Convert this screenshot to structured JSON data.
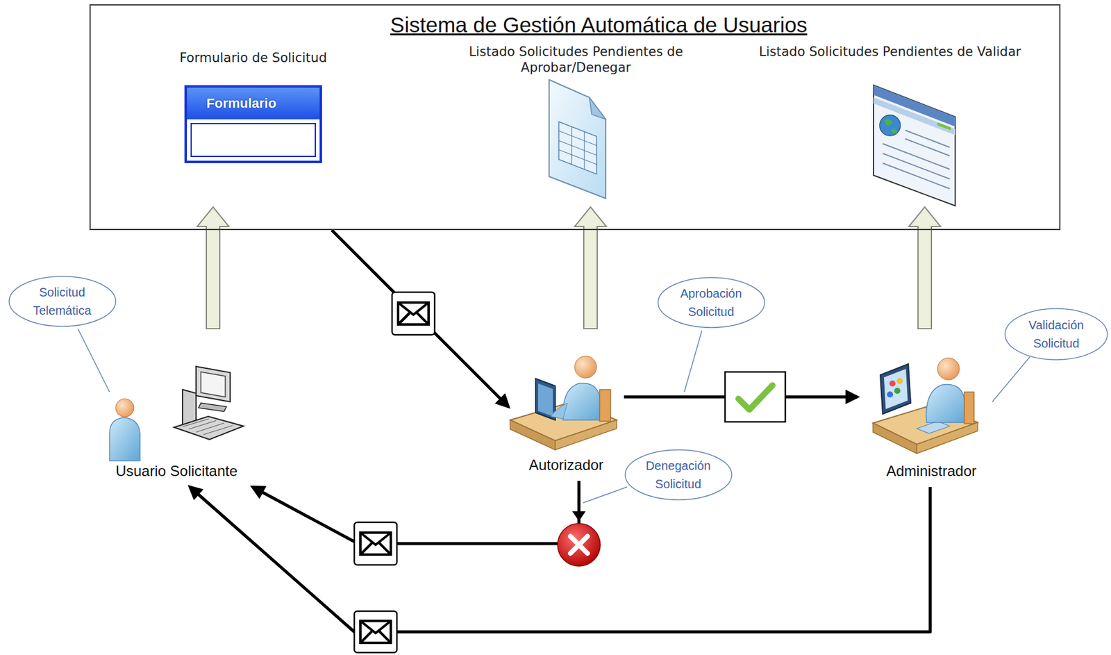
{
  "diagram": {
    "nodes": [
      {
        "text": [
          "Sistema de Gestión Automática de Usuarios"
        ]
      },
      {
        "text": [
          "Formulario de Solicitud",
          "Formulario"
        ],
        "in": 0
      },
      {
        "text": [
          "Listado Solicitudes Pendientes de Aprobar/Denegar"
        ],
        "in": 0
      },
      {
        "text": [
          "Listado Solicitudes Pendientes de Validar"
        ],
        "in": 0
      },
      {
        "text": [
          "Solicitud Telemática"
        ]
      },
      {
        "text": [
          "Usuario Solicitante"
        ]
      },
      {
        "text": [
          "Autorizador"
        ]
      },
      {
        "text": [
          "Aprobación Solicitud"
        ]
      },
      {
        "text": [
          "Denegación Solicitud"
        ]
      },
      {
        "text": [
          "Validación Solicitud"
        ]
      },
      {
        "text": [
          "Administrador"
        ]
      }
    ],
    "edges": [
      {
        "from": 5,
        "to": 1,
        "arrow": "to"
      },
      {
        "from": 6,
        "to": 2,
        "arrow": "to"
      },
      {
        "from": 10,
        "to": 3,
        "arrow": "to"
      },
      {
        "from": 0,
        "to": 6,
        "arrow": "to"
      },
      {
        "from": 6,
        "to": 10,
        "arrow": "to"
      },
      {
        "from": 6,
        "to": 5,
        "arrow": "to"
      },
      {
        "from": 10,
        "to": 5,
        "arrow": "to"
      }
    ]
  }
}
